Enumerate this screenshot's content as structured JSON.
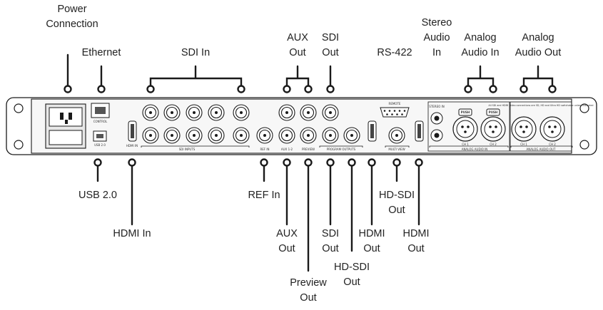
{
  "callouts": {
    "power": [
      "Power",
      "Connection"
    ],
    "ethernet": [
      "Ethernet"
    ],
    "sdi_in": [
      "SDI In"
    ],
    "aux_out_top": [
      "AUX",
      "Out"
    ],
    "sdi_out_top": [
      "SDI",
      "Out"
    ],
    "rs422": [
      "RS-422"
    ],
    "stereo_audio_in": [
      "Stereo",
      "Audio",
      "In"
    ],
    "analog_audio_in": [
      "Analog",
      "Audio In"
    ],
    "analog_audio_out": [
      "Analog",
      "Audio Out"
    ],
    "usb": [
      "USB 2.0"
    ],
    "hdmi_in": [
      "HDMI In"
    ],
    "ref_in": [
      "REF In"
    ],
    "aux_out_bottom": [
      "AUX",
      "Out"
    ],
    "preview_out": [
      "Preview",
      "Out"
    ],
    "sdi_out_bottom": [
      "SDI",
      "Out"
    ],
    "hd_sdi_out_bottom": [
      "HD-SDI",
      "Out"
    ],
    "hdmi_out_1": [
      "HDMI",
      "Out"
    ],
    "hd_sdi_out_right": [
      "HD-SDI",
      "Out"
    ],
    "hdmi_out_2": [
      "HDMI",
      "Out"
    ]
  },
  "panel_print": {
    "control": "CONTROL",
    "usb": "USB 2.0",
    "hdmi_in": "HDMI IN",
    "sdi_inputs": "SDI INPUTS",
    "ref_in": "REF IN",
    "aux": "AUX 1-2",
    "preview": "PREVIEW",
    "program_outputs": "PROGRAM OUTPUTS",
    "multi_view": "MULTI VIEW",
    "remote": "REMOTE",
    "stereo_in": "STEREO IN",
    "push": "PUSH",
    "ch1": "CH 1",
    "ch2": "CH 2",
    "analog_audio_in": "ANALOG AUDIO IN",
    "analog_audio_out": "ANALOG AUDIO OUT",
    "notice": "All SDI and HDMI video connections are SD, HD and Ultra HD switchable unless indicated"
  },
  "colors": {
    "line": "#1a1a1a",
    "panel": "#f4f4f4",
    "chassis": "#d6d6d6"
  }
}
